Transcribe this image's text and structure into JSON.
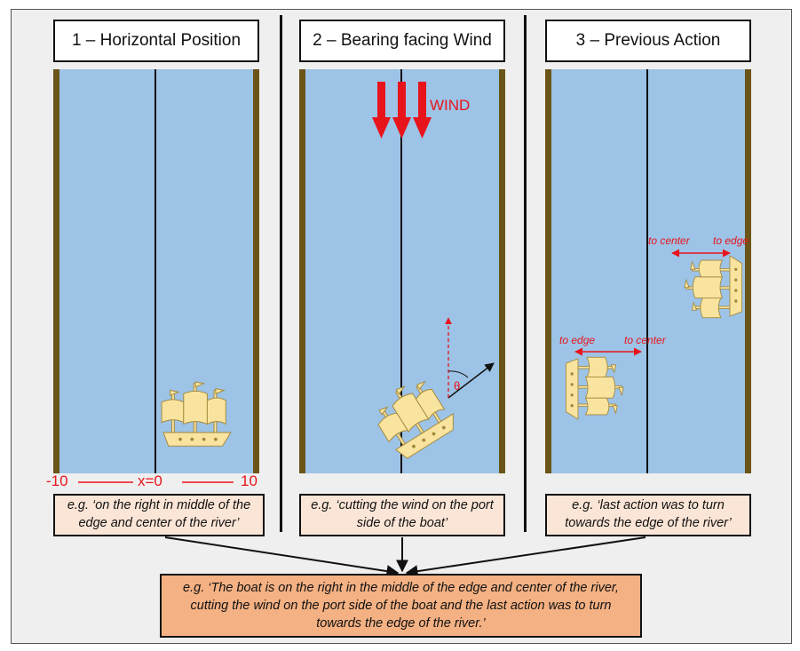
{
  "panels": [
    {
      "title": "1 – Horizontal Position",
      "example": "e.g. ‘on the right in middle of the edge and center of the river’"
    },
    {
      "title": "2 – Bearing facing Wind",
      "example": "e.g. ‘cutting the wind on the port side of the boat’"
    },
    {
      "title": "3 – Previous Action",
      "example": "e.g. ‘last action was to turn towards the edge of the river’"
    }
  ],
  "axis": {
    "left": "-10",
    "center": "x=0",
    "right": "10"
  },
  "wind_label": "WIND",
  "theta_label": "θ",
  "action_labels": {
    "upper_left": "to center",
    "upper_right": "to edge",
    "lower_left": "to edge",
    "lower_right": "to center"
  },
  "summary": "e.g. ‘The boat is on the right in the middle of the edge and center of the river, cutting the wind on the port side of the boat and the last action was to turn towards the edge of the river.’",
  "colors": {
    "river": "#9dc3e6",
    "bank": "#6b5418",
    "boat": "#f9e49f",
    "annotation": "#e8141c",
    "example_box": "#fbe5d6",
    "summary_box": "#f4b183"
  }
}
